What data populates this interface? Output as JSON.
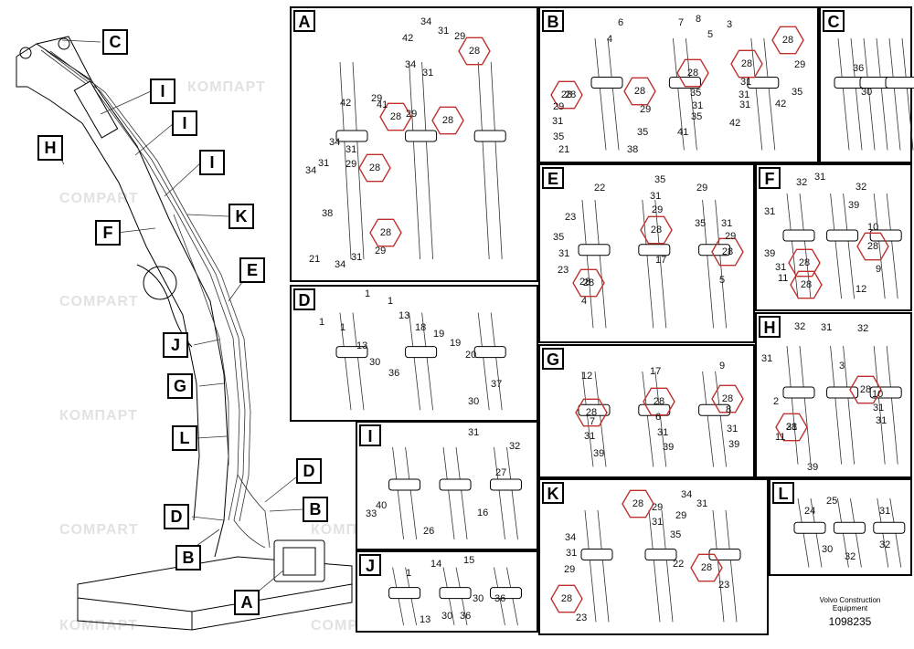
{
  "watermarks": [
    "КОМПАРТ",
    "COMPART"
  ],
  "boom_callouts": [
    "C",
    "I",
    "I",
    "I",
    "H",
    "F",
    "K",
    "E",
    "J",
    "G",
    "L",
    "D",
    "D",
    "B",
    "B",
    "A"
  ],
  "panels": {
    "A": {
      "label": "A",
      "hex": [
        "28",
        "28",
        "28",
        "28",
        "28"
      ],
      "nums": [
        "34",
        "31",
        "42",
        "29",
        "34",
        "31",
        "42",
        "29",
        "41",
        "29",
        "34",
        "31",
        "34",
        "31",
        "29",
        "38",
        "21",
        "34",
        "31",
        "29"
      ]
    },
    "B": {
      "label": "B",
      "hex": [
        "28",
        "28",
        "28",
        "28",
        "28"
      ],
      "nums": [
        "6",
        "4",
        "7",
        "8",
        "5",
        "3",
        "29",
        "35",
        "31",
        "42",
        "28",
        "29",
        "29",
        "31",
        "35",
        "35",
        "31",
        "41",
        "42",
        "31",
        "35",
        "21",
        "38",
        "35",
        "31"
      ]
    },
    "C": {
      "label": "C",
      "nums": [
        "36",
        "30"
      ]
    },
    "D": {
      "label": "D",
      "nums": [
        "1",
        "1",
        "1",
        "1",
        "13",
        "18",
        "19",
        "19",
        "20",
        "13",
        "30",
        "36",
        "37",
        "30"
      ]
    },
    "E": {
      "label": "E",
      "hex": [
        "28",
        "28",
        "28"
      ],
      "nums": [
        "22",
        "35",
        "31",
        "29",
        "23",
        "35",
        "31",
        "23",
        "29",
        "35",
        "31",
        "29",
        "28",
        "4",
        "17",
        "5"
      ]
    },
    "F": {
      "label": "F",
      "hex": [
        "28",
        "28",
        "28"
      ],
      "nums": [
        "32",
        "31",
        "32",
        "31",
        "39",
        "10",
        "39",
        "31",
        "11",
        "9",
        "12"
      ]
    },
    "G": {
      "label": "G",
      "hex": [
        "28",
        "28",
        "28"
      ],
      "nums": [
        "12",
        "17",
        "9",
        "7",
        "6",
        "8",
        "31",
        "31",
        "31",
        "39",
        "39",
        "39"
      ]
    },
    "H": {
      "label": "H",
      "hex": [
        "28",
        "28"
      ],
      "nums": [
        "32",
        "31",
        "32",
        "31",
        "3",
        "2",
        "10",
        "11",
        "31",
        "39",
        "31",
        "31"
      ]
    },
    "I": {
      "label": "I",
      "nums": [
        "31",
        "32",
        "27",
        "40",
        "33",
        "16",
        "26"
      ]
    },
    "J": {
      "label": "J",
      "nums": [
        "14",
        "15",
        "1",
        "30",
        "36",
        "13",
        "30",
        "36"
      ]
    },
    "K": {
      "label": "K",
      "hex": [
        "28",
        "28",
        "28"
      ],
      "nums": [
        "29",
        "31",
        "34",
        "35",
        "29",
        "31",
        "34",
        "31",
        "29",
        "22",
        "23",
        "23"
      ]
    },
    "L": {
      "label": "L",
      "nums": [
        "25",
        "24",
        "31",
        "30",
        "32",
        "32"
      ]
    }
  },
  "title_block": {
    "line1": "Volvo Construction",
    "line2": "Equipment",
    "code": "1098235"
  }
}
